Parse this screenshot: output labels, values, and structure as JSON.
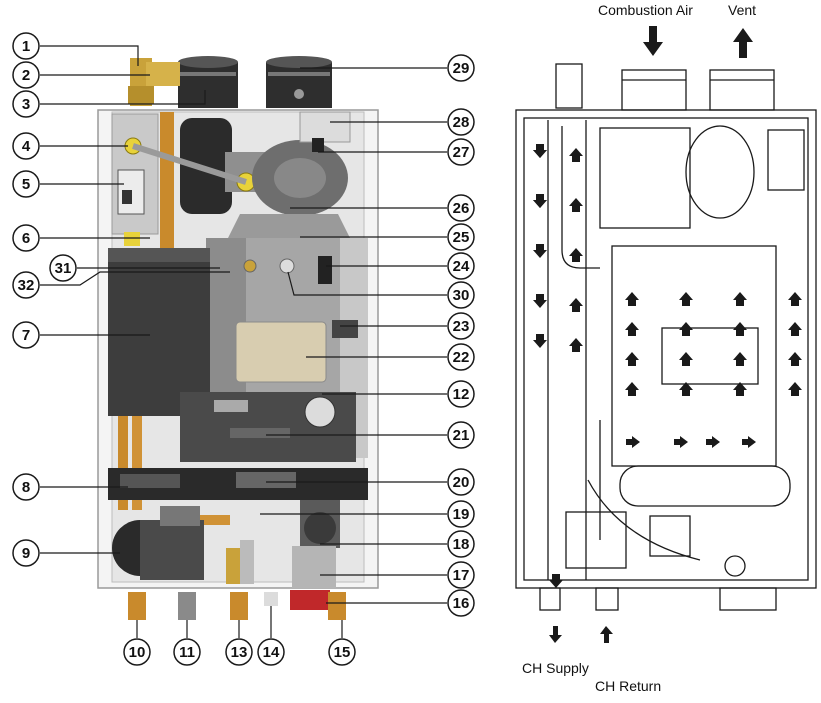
{
  "callouts": [
    {
      "id": "1",
      "label": "1"
    },
    {
      "id": "2",
      "label": "2"
    },
    {
      "id": "3",
      "label": "3"
    },
    {
      "id": "4",
      "label": "4"
    },
    {
      "id": "5",
      "label": "5"
    },
    {
      "id": "6",
      "label": "6"
    },
    {
      "id": "31",
      "label": "31"
    },
    {
      "id": "32",
      "label": "32"
    },
    {
      "id": "7",
      "label": "7"
    },
    {
      "id": "8",
      "label": "8"
    },
    {
      "id": "9",
      "label": "9"
    },
    {
      "id": "10",
      "label": "10"
    },
    {
      "id": "11",
      "label": "11"
    },
    {
      "id": "13",
      "label": "13"
    },
    {
      "id": "14",
      "label": "14"
    },
    {
      "id": "15",
      "label": "15"
    },
    {
      "id": "29",
      "label": "29"
    },
    {
      "id": "28",
      "label": "28"
    },
    {
      "id": "27",
      "label": "27"
    },
    {
      "id": "26",
      "label": "26"
    },
    {
      "id": "25",
      "label": "25"
    },
    {
      "id": "24",
      "label": "24"
    },
    {
      "id": "30",
      "label": "30"
    },
    {
      "id": "23",
      "label": "23"
    },
    {
      "id": "22",
      "label": "22"
    },
    {
      "id": "12",
      "label": "12"
    },
    {
      "id": "21",
      "label": "21"
    },
    {
      "id": "20",
      "label": "20"
    },
    {
      "id": "19",
      "label": "19"
    },
    {
      "id": "18",
      "label": "18"
    },
    {
      "id": "17",
      "label": "17"
    },
    {
      "id": "16",
      "label": "16"
    }
  ],
  "flow_labels": {
    "combustion_air": "Combustion Air",
    "vent": "Vent",
    "ch_supply": "CH Supply",
    "ch_return": "CH Return"
  },
  "colors": {
    "outline": "#1a1a1a",
    "copper": "#c98a2c",
    "brass": "#c9a23a",
    "dark_panel": "#3a3a3a",
    "steel": "#b9b9b9",
    "gray_body": "#8a8a8a",
    "red_part": "#c0282a",
    "yellow_ring": "#e8d23a",
    "callout_fill": "#ffffff"
  }
}
